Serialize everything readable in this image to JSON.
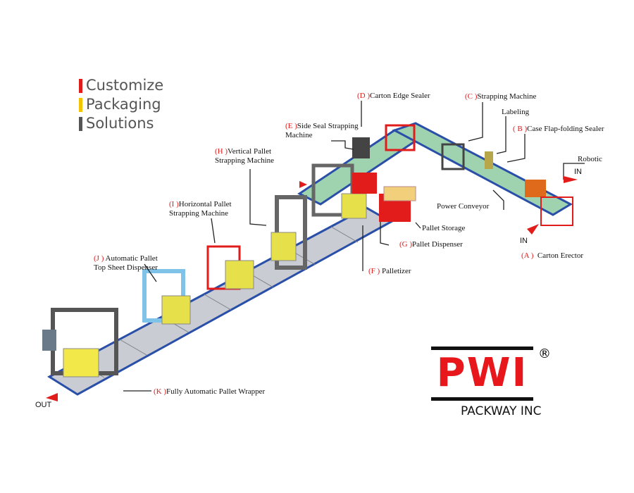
{
  "brand": {
    "lines": [
      "Customize",
      "Packaging",
      "Solutions"
    ],
    "colors": [
      "#e21b1b",
      "#f5c400",
      "#555555"
    ]
  },
  "labels": {
    "A": {
      "code": "(A )",
      "text": "Carton Erector"
    },
    "B": {
      "code": "( B )",
      "text": "Case Flap-folding Sealer"
    },
    "C": {
      "code": "(C )",
      "text": "Strapping Machine"
    },
    "D": {
      "code": "(D )",
      "text": "Carton Edge Sealer"
    },
    "E": {
      "code": "(E )",
      "text": "Side Seal Strapping",
      "text2": "Machine"
    },
    "F": {
      "code": "(F )",
      "text": "Palletizer"
    },
    "G": {
      "code": "(G )",
      "text": "Pallet Dispenser"
    },
    "H": {
      "code": "(H )",
      "text": "Vertical Pallet",
      "text2": "Strapping Machine"
    },
    "I": {
      "code": "(I )",
      "text": "Horizontal Pallet",
      "text2": "Strapping Machine"
    },
    "J": {
      "code": "(J )",
      "text": "Automatic Pallet",
      "text2": "Top Sheet Dispenser"
    },
    "K": {
      "code": "(K )",
      "text": "Fully Automatic Pallet Wrapper"
    },
    "labeling": "Labeling",
    "robotic": "Robotic",
    "power_conveyor": "Power Conveyor",
    "pallet_storage": "Pallet Storage",
    "in1": "IN",
    "in2": "IN",
    "out": "OUT"
  },
  "logo": {
    "mark": "PWI",
    "reg": "®",
    "name": "PACKWAY INC",
    "color": "#e8171b"
  }
}
